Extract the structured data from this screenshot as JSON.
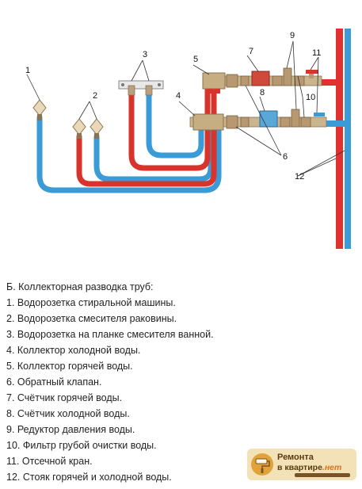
{
  "diagram": {
    "callout_numbers": [
      "1",
      "2",
      "3",
      "4",
      "5",
      "6",
      "7",
      "8",
      "9",
      "10",
      "11",
      "12"
    ],
    "colors": {
      "hot": "#d8342c",
      "cold": "#3a9bd6",
      "riser_hot": "#e03030",
      "riser_cold": "#3a9bd6",
      "brass": "#b8a080"
    }
  },
  "legend": {
    "title": "Б. Коллекторная разводка труб:",
    "items": [
      "1. Водорозетка стиральной машины.",
      "2. Водорозетка смесителя раковины.",
      "3. Водорозетка на планке смесителя ванной.",
      "4. Коллектор холодной воды.",
      "5. Коллектор горячей воды.",
      "6. Обратный клапан.",
      "7. Счётчик горячей воды.",
      "8. Счётчик холодной воды.",
      "9. Редуктор давления воды.",
      "10. Фильтр грубой очистки воды.",
      "11. Отсечной кран.",
      "12. Стояк горячей и холодной воды."
    ]
  },
  "logo": {
    "main": "Ремонта",
    "sub_prefix": "в квартире",
    "sub_suffix": ".нет",
    "icon": "paint-roller-icon"
  }
}
